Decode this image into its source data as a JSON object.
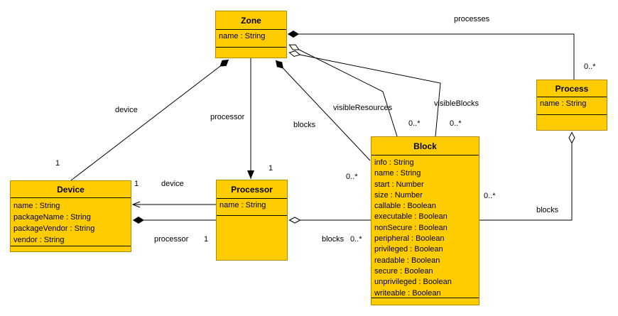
{
  "colors": {
    "class_fill": "#FFCC00",
    "line": "#000000"
  },
  "classes": {
    "zone": {
      "name": "Zone",
      "attributes": [
        "name : String"
      ]
    },
    "process": {
      "name": "Process",
      "attributes": [
        "name : String"
      ]
    },
    "device": {
      "name": "Device",
      "attributes": [
        "name : String",
        "packageName : String",
        "packageVendor : String",
        "vendor : String"
      ]
    },
    "processor": {
      "name": "Processor",
      "attributes": [
        "name : String"
      ]
    },
    "block": {
      "name": "Block",
      "attributes": [
        "info : String",
        "name : String",
        "start : Number",
        "size : Number",
        "callable : Boolean",
        "executable : Boolean",
        "nonSecure : Boolean",
        "peripheral : Boolean",
        "privileged : Boolean",
        "readable : Boolean",
        "secure : Boolean",
        "unprivileged : Boolean",
        "writeable : Boolean"
      ]
    }
  },
  "associations": {
    "zone_processes": {
      "label": "processes",
      "mult": "0..*"
    },
    "zone_visible_resources": {
      "label": "visibleResources",
      "mult": "0..*"
    },
    "zone_visible_blocks": {
      "label": "visibleBlocks",
      "mult": "0..*"
    },
    "zone_blocks": {
      "label": "blocks",
      "mult": "0..*"
    },
    "zone_processor": {
      "label": "processor",
      "mult": "1"
    },
    "zone_device": {
      "label": "device",
      "mult": "1"
    },
    "processor_device": {
      "label": "device",
      "mult": "1"
    },
    "device_processor": {
      "label": "processor",
      "mult": "1"
    },
    "processor_blocks": {
      "label": "blocks",
      "mult": "0..*"
    },
    "process_blocks": {
      "label": "blocks",
      "mult": "0..*"
    }
  }
}
